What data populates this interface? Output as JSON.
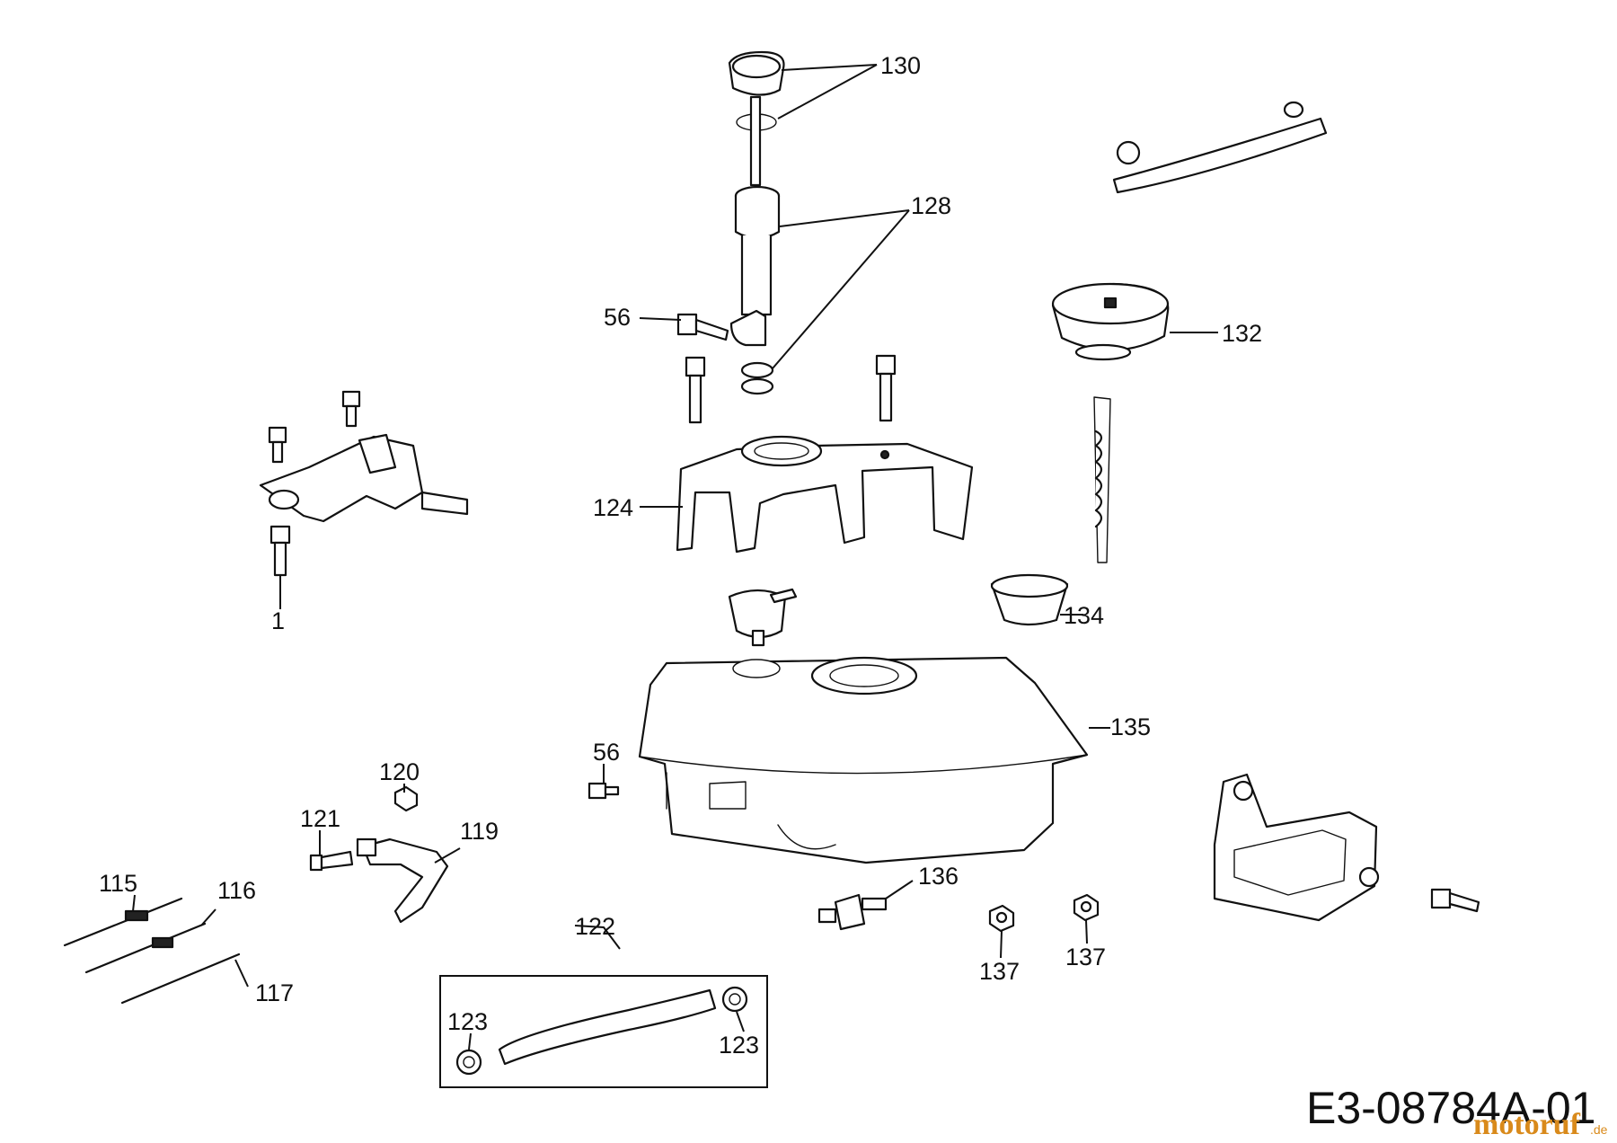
{
  "drawing_code": "E3-08784A-01",
  "watermark": {
    "brand": "motoruf",
    "tld": ".de"
  },
  "callouts": {
    "c130": "130",
    "c128": "128",
    "c56a": "56",
    "c56b": "56",
    "c132": "132",
    "c124": "124",
    "c1": "1",
    "c134": "134",
    "c135": "135",
    "c120": "120",
    "c121": "121",
    "c119": "119",
    "c136": "136",
    "c115": "115",
    "c116": "116",
    "c117": "117",
    "c122": "122",
    "c123a": "123",
    "c123b": "123",
    "c137a": "137",
    "c137b": "137"
  }
}
